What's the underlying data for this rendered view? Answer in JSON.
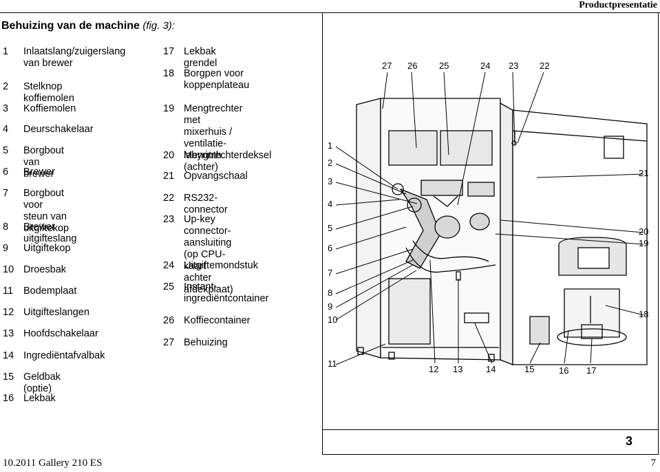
{
  "header": {
    "section": "Productpresentatie"
  },
  "heading": {
    "title": "Behuizing van de machine",
    "ref": "(fig. 3):"
  },
  "parts_left": [
    {
      "num": "1",
      "label": "Inlaatslang/zuigerslang\nvan brewer"
    },
    {
      "num": "2",
      "label": "Stelknop koffiemolen"
    },
    {
      "num": "3",
      "label": "Koffiemolen"
    },
    {
      "num": "4",
      "label": "Deurschakelaar"
    },
    {
      "num": "5",
      "label": "Borgbout van brewer"
    },
    {
      "num": "6",
      "label": "Brewer"
    },
    {
      "num": "7",
      "label": "Borgbout voor steun van\nuitgiftekop"
    },
    {
      "num": "8",
      "label": "Brewer uitgifteslang"
    },
    {
      "num": "9",
      "label": "Uitgiftekop"
    },
    {
      "num": "10",
      "label": "Droesbak"
    },
    {
      "num": "11",
      "label": "Bodemplaat"
    },
    {
      "num": "12",
      "label": "Uitgifteslangen"
    },
    {
      "num": "13",
      "label": "Hoofdschakelaar"
    },
    {
      "num": "14",
      "label": "Ingrediëntafvalbak"
    },
    {
      "num": "15",
      "label": "Geldbak (optie)"
    },
    {
      "num": "16",
      "label": "Lekbak"
    }
  ],
  "parts_right": [
    {
      "num": "17",
      "label": "Lekbak grendel"
    },
    {
      "num": "18",
      "label": "Borgpen voor\nkoppenplateau"
    },
    {
      "num": "19",
      "label": "Mengtrechter met\nmixerhuis / ventilatie-\nlabyrinth (achter)"
    },
    {
      "num": "20",
      "label": "Mengtrechterdeksel"
    },
    {
      "num": "21",
      "label": "Opvangschaal"
    },
    {
      "num": "22",
      "label": "RS232-connector"
    },
    {
      "num": "23",
      "label": "Up-key connector-\naansluiting (op CPU-kaart\nachter afdekplaat)"
    },
    {
      "num": "24",
      "label": "Uitgiftemondstuk"
    },
    {
      "num": "25",
      "label": "Instant-\ningrediëntcontainer"
    },
    {
      "num": "26",
      "label": "Koffiecontainer"
    },
    {
      "num": "27",
      "label": "Behuizing"
    }
  ],
  "callouts": {
    "top": [
      "27",
      "26",
      "25",
      "24",
      "23",
      "22"
    ],
    "left": [
      "1",
      "2",
      "3",
      "4",
      "5",
      "6",
      "7",
      "8",
      "9",
      "10",
      "11"
    ],
    "right": [
      "21",
      "20",
      "19",
      "18"
    ],
    "bottom": [
      "12",
      "13",
      "14",
      "15",
      "16",
      "17"
    ]
  },
  "page_badge": "3",
  "footer": {
    "left": "10.2011    Gallery 210 ES",
    "right": "7"
  }
}
